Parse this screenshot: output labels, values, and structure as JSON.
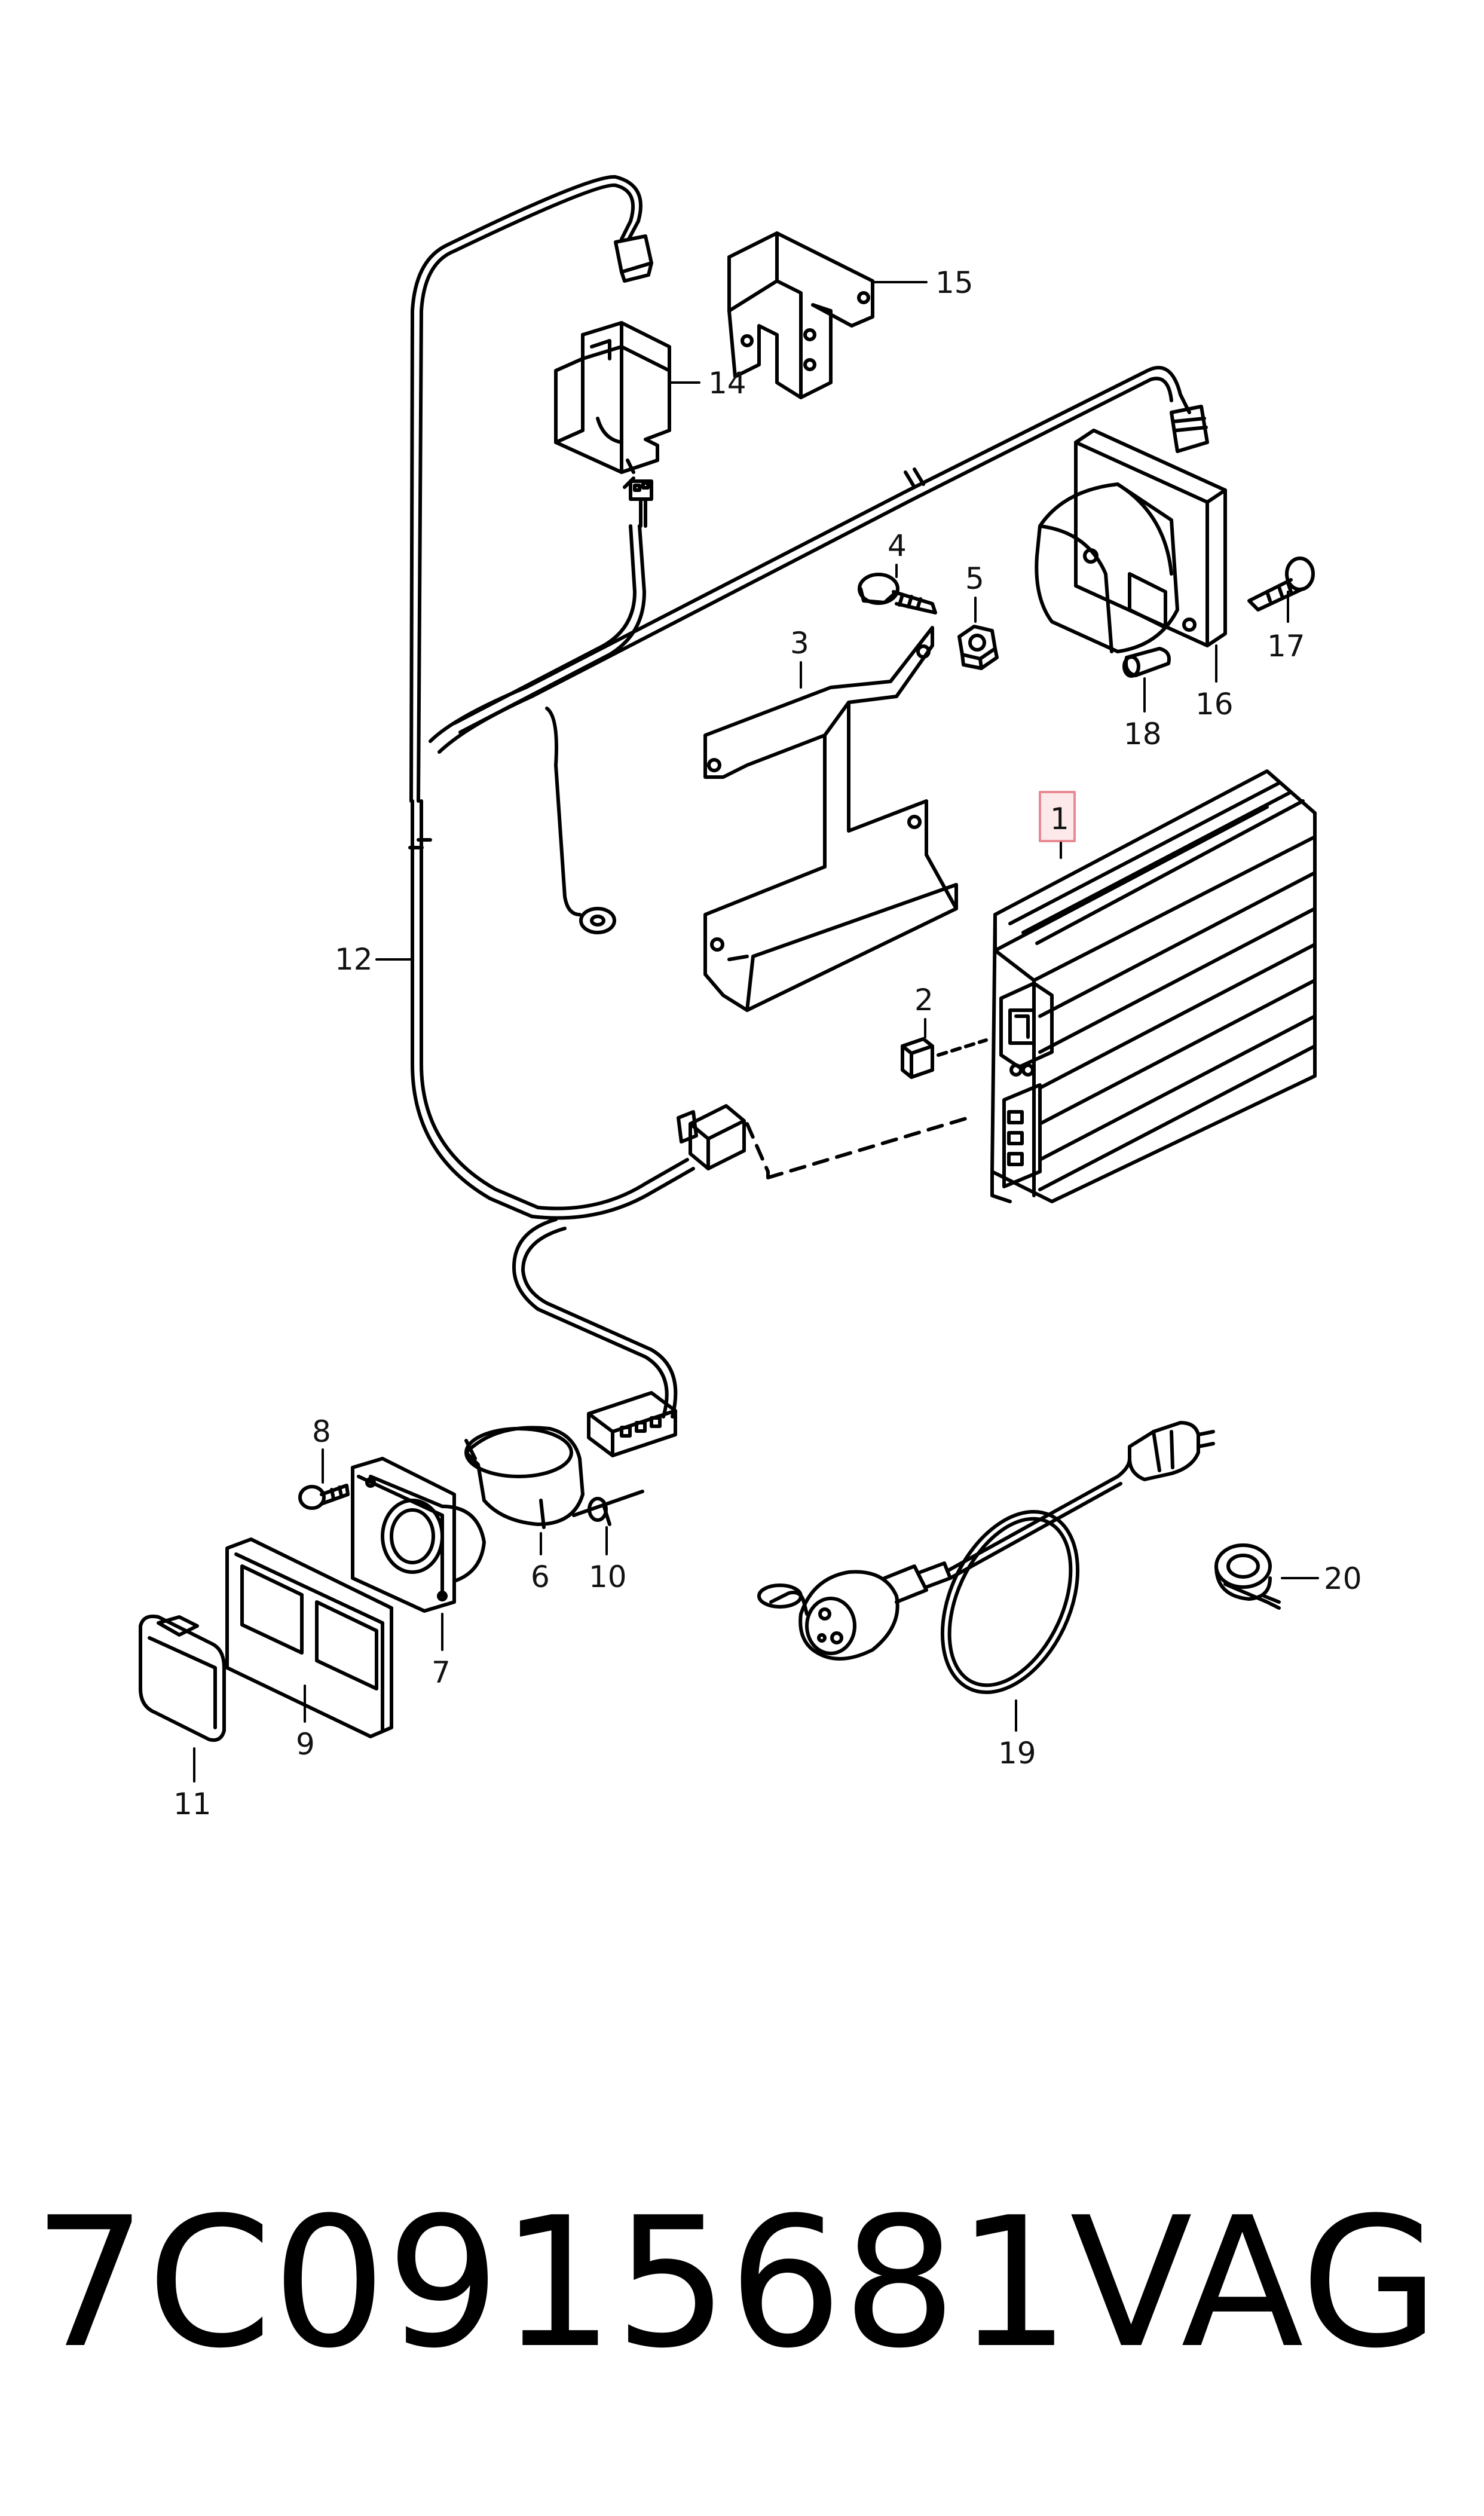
{
  "callouts": {
    "c1": "1",
    "c2": "2",
    "c3": "3",
    "c4": "4",
    "c5": "5",
    "c6": "6",
    "c7": "7",
    "c8": "8",
    "c9": "9",
    "c10": "10",
    "c11": "11",
    "c12": "12",
    "c14": "14",
    "c15": "15",
    "c16": "16",
    "c17": "17",
    "c18": "18",
    "c19": "19",
    "c20": "20"
  },
  "highlighted_callout": "1",
  "colors": {
    "line": "#000000",
    "highlight": "#e88a94",
    "background": "#ffffff"
  },
  "footer": {
    "part_number": "7C0915681",
    "brand": "VAG"
  }
}
